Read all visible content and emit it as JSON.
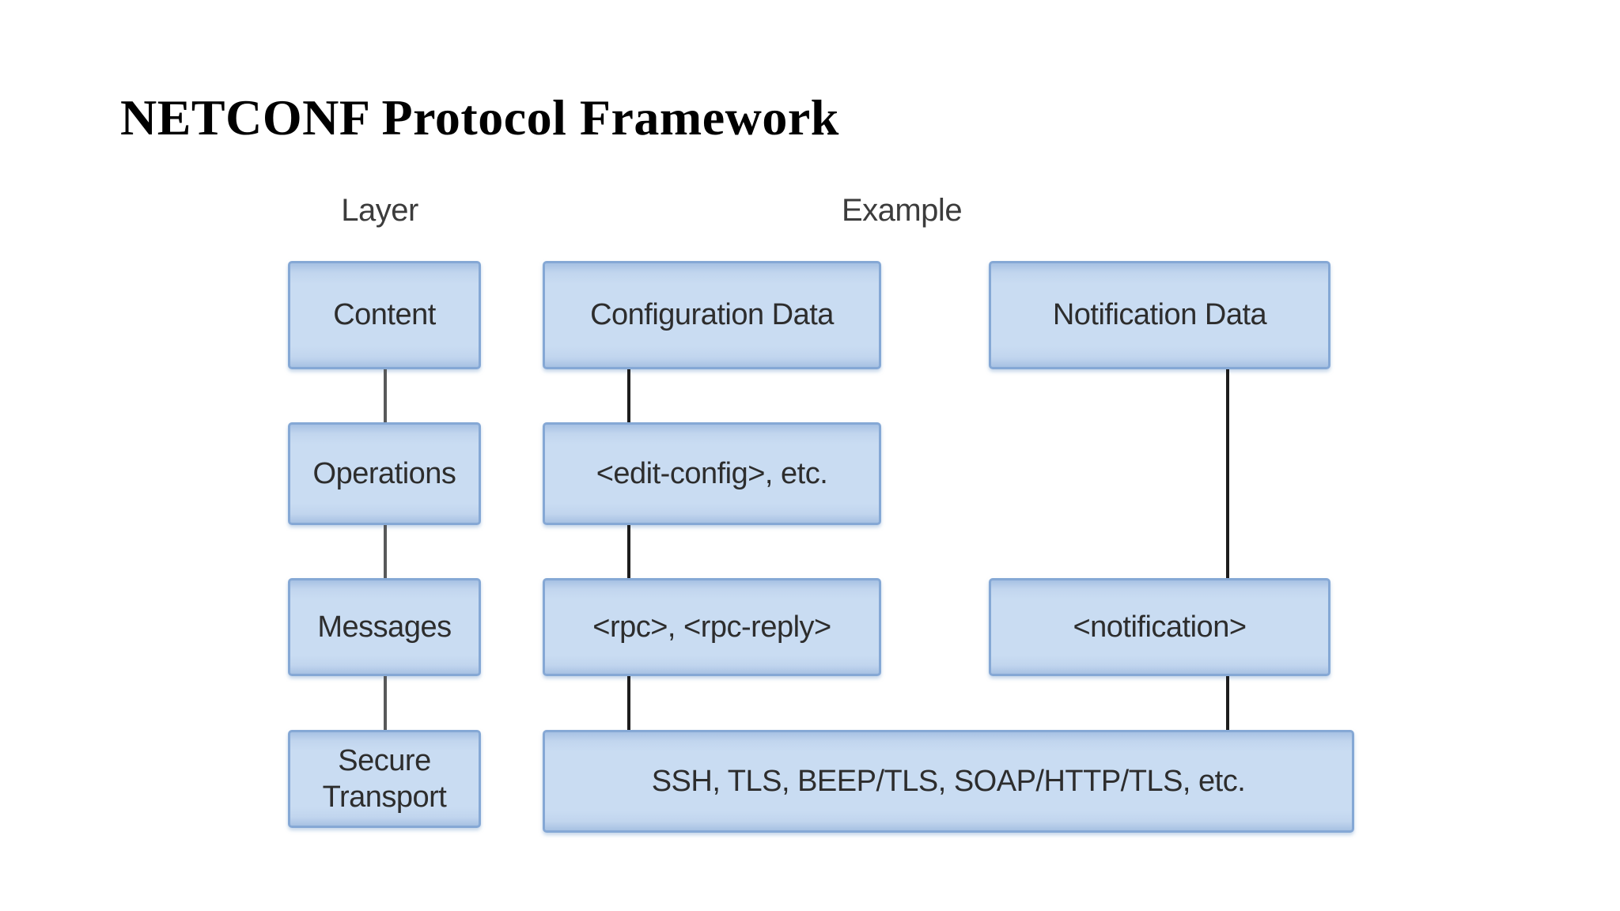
{
  "title": "NETCONF Protocol Framework",
  "column_headers": {
    "layer": "Layer",
    "example": "Example"
  },
  "layers": {
    "content": "Content",
    "operations": "Operations",
    "messages": "Messages",
    "secure_transport": "Secure Transport"
  },
  "examples": {
    "configuration_data": "Configuration Data",
    "edit_config": "<edit-config>, etc.",
    "rpc": "<rpc>, <rpc-reply>",
    "notification_data": "Notification Data",
    "notification": "<notification>",
    "transport_protocols": "SSH, TLS, BEEP/TLS, SOAP/HTTP/TLS, etc."
  },
  "colors": {
    "box_fill": "#c9dcf2",
    "box_fill_edge": "#a7c1e3",
    "box_border": "#85a8d5",
    "connector_layer_column": "#58595a",
    "connector_example_columns": "#1d1d1d",
    "box_text": "#2d2d2d",
    "header_text": "#3c3c3c",
    "title_text": "#000000",
    "background": "#ffffff"
  }
}
